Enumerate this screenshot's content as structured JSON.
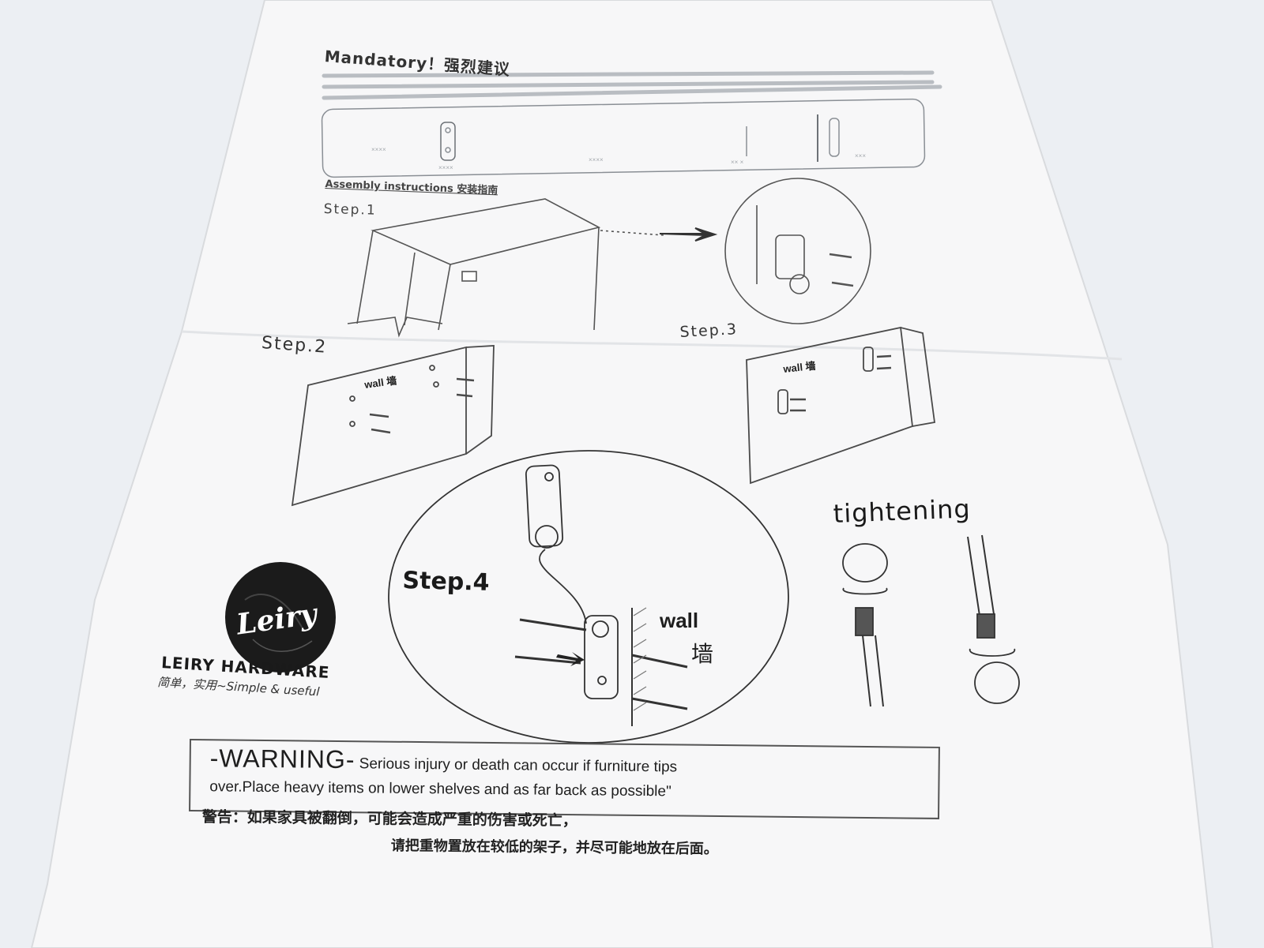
{
  "document": {
    "mandatory_heading": "Mandatory！强烈建议",
    "assembly_heading": "Assembly instructions 安装指南",
    "steps": {
      "step1": "Step.1",
      "step2": "Step.2",
      "step3": "Step.3",
      "step4": "Step.4"
    },
    "wall_label_en": "wall",
    "wall_label_cn": "墙",
    "tightening_label": "tightening",
    "brand": {
      "logo_text": "Leiry",
      "name": "LEIRY HARDWARE",
      "slogan": "简单，实用~Simple & useful"
    },
    "warning": {
      "word": "-WARNING-",
      "text_line1": " Serious injury or death can occur if furniture tips",
      "text_line2": "over.Place heavy items on lower shelves and as far back as possible\""
    },
    "cn_warning": {
      "line1": "警告：如果家具被翻倒，可能会造成严重的伤害或死亡，",
      "line2": "请把重物置放在较低的架子，并尽可能地放在后面。"
    },
    "colors": {
      "background": "#eceff3",
      "paper": "#f7f7f8",
      "ink": "#1e1e1e"
    }
  }
}
